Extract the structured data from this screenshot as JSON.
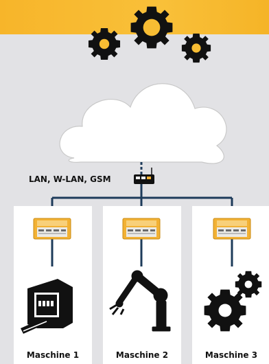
{
  "network": {
    "label": "LAN, W-LAN, GSM"
  },
  "machines": [
    {
      "label": "Maschine 1",
      "icon": "conveyor-machine-icon"
    },
    {
      "label": "Maschine 2",
      "icon": "robot-arm-icon"
    },
    {
      "label": "Maschine 3",
      "icon": "gears-icon"
    }
  ],
  "colors": {
    "banner": "#f7b52a",
    "background": "#e2e2e5",
    "card": "#ffffff",
    "line": "#1d3b5a",
    "device": "#f2b134",
    "icon": "#111111"
  }
}
